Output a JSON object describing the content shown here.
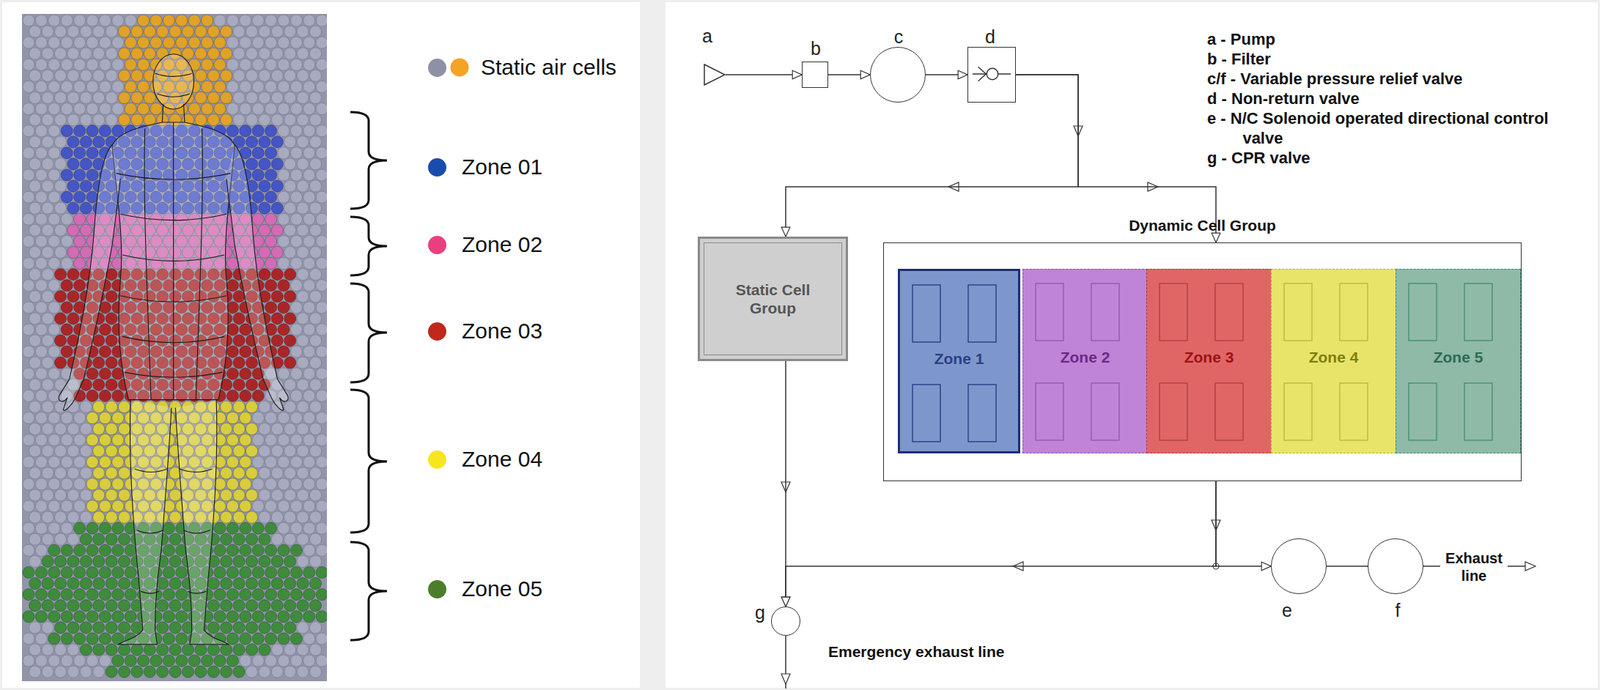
{
  "diagram": {
    "nodes": [
      {
        "text": [
          "a"
        ]
      },
      {
        "text": [
          "b"
        ]
      },
      {
        "text": [
          "c"
        ]
      },
      {
        "text": [
          "d"
        ]
      },
      {
        "text": [
          "Static Cell Group"
        ]
      },
      {
        "text": [
          "Dynamic Cell Group"
        ]
      },
      {
        "text": [
          "Zone 1"
        ],
        "in": 5
      },
      {
        "text": [
          "Zone 2"
        ],
        "in": 5
      },
      {
        "text": [
          "Zone 3"
        ],
        "in": 5
      },
      {
        "text": [
          "Zone 4"
        ],
        "in": 5
      },
      {
        "text": [
          "Zone 5"
        ],
        "in": 5
      },
      {
        "text": [
          "e"
        ]
      },
      {
        "text": [
          "f"
        ]
      },
      {
        "text": [
          "g"
        ]
      }
    ],
    "edges": [
      {
        "from": 0,
        "to": 1,
        "arrow": "to"
      },
      {
        "from": 1,
        "to": 2,
        "arrow": "to"
      },
      {
        "from": 2,
        "to": 3,
        "arrow": "to"
      },
      {
        "from": 3,
        "to": 4,
        "arrow": "to"
      },
      {
        "from": 3,
        "to": 5,
        "arrow": "to"
      },
      {
        "from": 4,
        "to": 13,
        "arrow": "to"
      },
      {
        "from": 5,
        "to": 11,
        "arrow": "to"
      },
      {
        "from": 5,
        "to": 13,
        "arrow": "to"
      },
      {
        "from": 11,
        "to": 12,
        "arrow": "none"
      }
    ],
    "labels": [
      "a - Pump",
      "b - Filter",
      "c/f - Variable pressure relief valve",
      "d - Non-return valve",
      "e - N/C Solenoid operated directional control valve",
      "g - CPR valve",
      "Exhaust line",
      "Emergency exhaust line"
    ],
    "legend": [
      {
        "text": "Static air cells",
        "color": "#8e91a6"
      },
      {
        "text": "Zone 01",
        "color": "#1a4cb0"
      },
      {
        "text": "Zone 02",
        "color": "#e8407f"
      },
      {
        "text": "Zone 03",
        "color": "#c0281c"
      },
      {
        "text": "Zone 04",
        "color": "#f7e51e"
      },
      {
        "text": "Zone 05",
        "color": "#4c7d2c"
      }
    ]
  }
}
